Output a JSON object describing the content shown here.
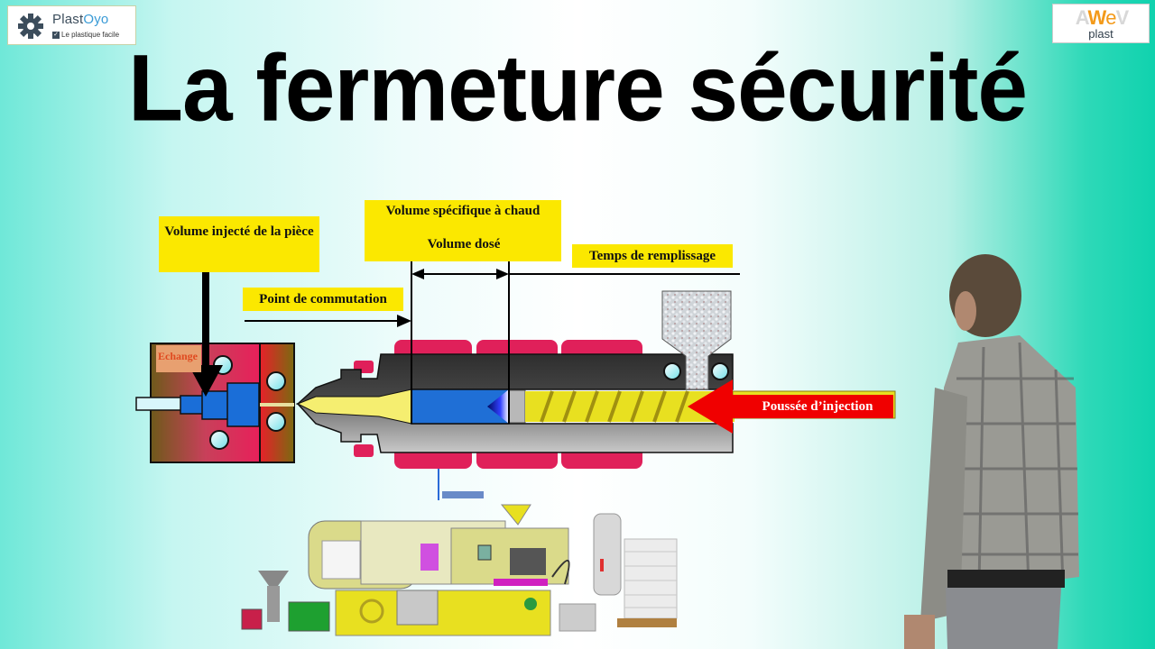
{
  "slide": {
    "title": "La fermeture sécurité"
  },
  "logos": {
    "left": {
      "brand_prefix": "Plast",
      "brand_suffix": "Oyo",
      "tagline": "Le plastique facile",
      "icon": "gear-icon",
      "colors": {
        "primary": "#3c4d5c",
        "accent": "#3a9bd6"
      }
    },
    "right": {
      "letters": [
        "A",
        "W",
        "e",
        "V"
      ],
      "subtitle": "plast",
      "colors": {
        "accent": "#f39a1a",
        "muted": "#d8d8d8"
      }
    }
  },
  "diagram": {
    "labels": {
      "volume_injecte": "Volume injecté de la pièce",
      "volume_specifique": "Volume spécifique à chaud",
      "volume_dose": "Volume dosé",
      "point_commutation": "Point de commutation",
      "temps_remplissage": "Temps de remplissage",
      "poussee_injection": "Poussée d’injection",
      "echange": "Echange"
    },
    "colors": {
      "label_bg": "#fbe800",
      "melt_blue": "#1f6fd6",
      "screw_yellow": "#e8e020",
      "heater_red": "#e0205a",
      "barrel_dark": "#3a3a3a",
      "arrow_red": "#f00000"
    }
  },
  "illustrations": {
    "machine": "injection-molding-machine",
    "person": "presenter-plaid-shirt"
  }
}
